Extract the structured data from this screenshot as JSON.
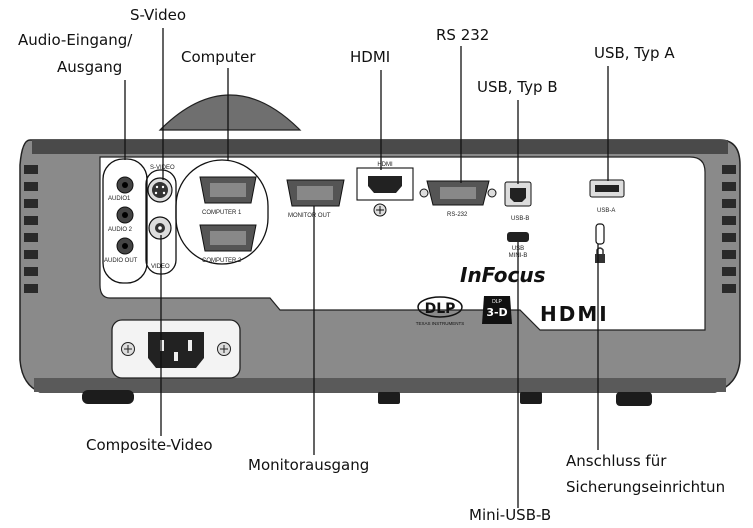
{
  "callouts": {
    "audio_line1": "Audio-Eingang/",
    "audio_line2": "Ausgang",
    "s_video": "S-Video",
    "computer": "Computer",
    "hdmi": "HDMI",
    "rs232": "RS 232",
    "usb_b": "USB, Typ B",
    "usb_a": "USB, Typ A",
    "composite_video": "Composite-Video",
    "monitor_out": "Monitorausgang",
    "security_line1": "Anschluss für",
    "security_line2": "Sicherungseinrichtun",
    "mini_usb_b": "Mini-USB-B"
  },
  "panel_labels": {
    "audio1": "AUDIO1",
    "audio2": "AUDIO 2",
    "audio_out": "AUDIO OUT",
    "s_video": "S-VIDEO",
    "video": "VIDEO",
    "computer1": "COMPUTER 1",
    "computer2": "COMPUTER 2",
    "monitor_out": "MONITOR OUT",
    "hdmi": "HDMI",
    "rs232": "RS-232",
    "usb_b": "USB-B",
    "usb_a": "USB-A",
    "usb_mini_1": "USB",
    "usb_mini_2": "MINI-B"
  },
  "logos": {
    "brand": "InFocus",
    "dlp": "DLP",
    "dlp_sub": "TEXAS INSTRUMENTS",
    "dlp3d_top": "DLP",
    "dlp3d": "3-D",
    "hdmi_logo": "HDMI"
  }
}
